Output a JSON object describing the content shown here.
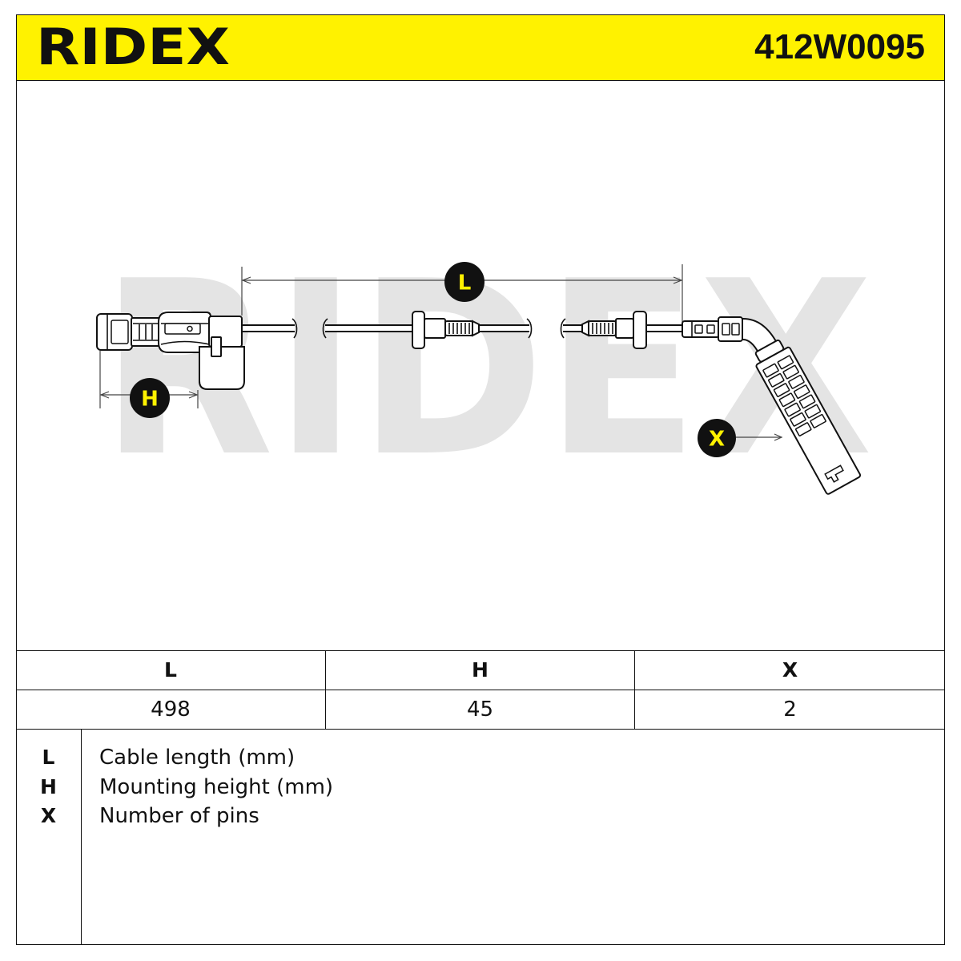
{
  "header": {
    "brand_logo": "RIDEX",
    "part_number": "412W0095"
  },
  "diagram": {
    "watermark": "RIDEX",
    "callouts": {
      "length": "L",
      "height": "H",
      "pins": "X"
    }
  },
  "specs": {
    "columns": [
      "L",
      "H",
      "X"
    ],
    "values": [
      "498",
      "45",
      "2"
    ]
  },
  "legend": [
    {
      "key": "L",
      "label": "Cable length (mm)"
    },
    {
      "key": "H",
      "label": "Mounting height (mm)"
    },
    {
      "key": "X",
      "label": "Number of pins"
    }
  ],
  "colors": {
    "brand_yellow": "#FFF200",
    "ink": "#111111",
    "watermark_gray": "#E4E4E4"
  }
}
